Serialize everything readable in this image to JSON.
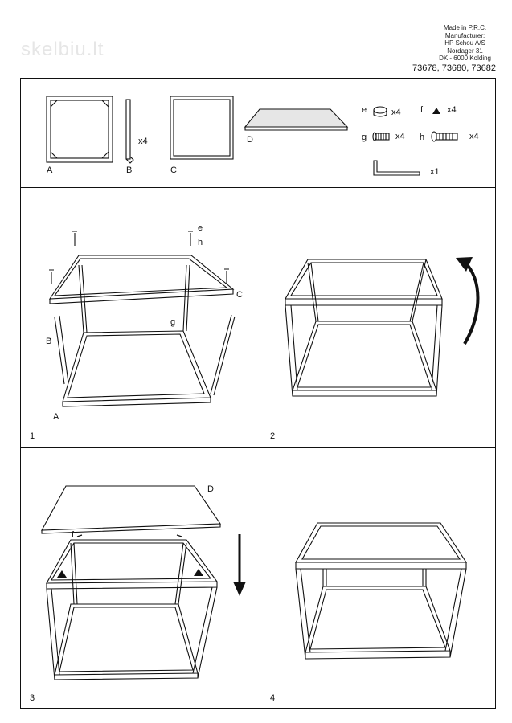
{
  "watermark": "skelbiu.lt",
  "manufacturer": {
    "lines": [
      "Made in P.R.C.",
      "Manufacturer:",
      "HP Schou A/S",
      "Nordager 31",
      "DK - 6000 Kolding"
    ],
    "model_numbers": "73678, 73680, 73682"
  },
  "parts": {
    "A": "A",
    "B": "B",
    "C": "C",
    "D": "D",
    "B_qty": "x4",
    "e": "e",
    "e_qty": "x4",
    "f": "f",
    "f_qty": "x4",
    "g": "g",
    "g_qty": "x4",
    "h": "h",
    "h_qty": "x4",
    "key_qty": "x1"
  },
  "steps": {
    "s1": "1",
    "s2": "2",
    "s3": "3",
    "s4": "4",
    "s1_labels": {
      "e": "e",
      "h": "h",
      "C": "C",
      "g": "g",
      "B": "B",
      "A": "A"
    },
    "s3_labels": {
      "D": "D",
      "f": "f"
    }
  }
}
